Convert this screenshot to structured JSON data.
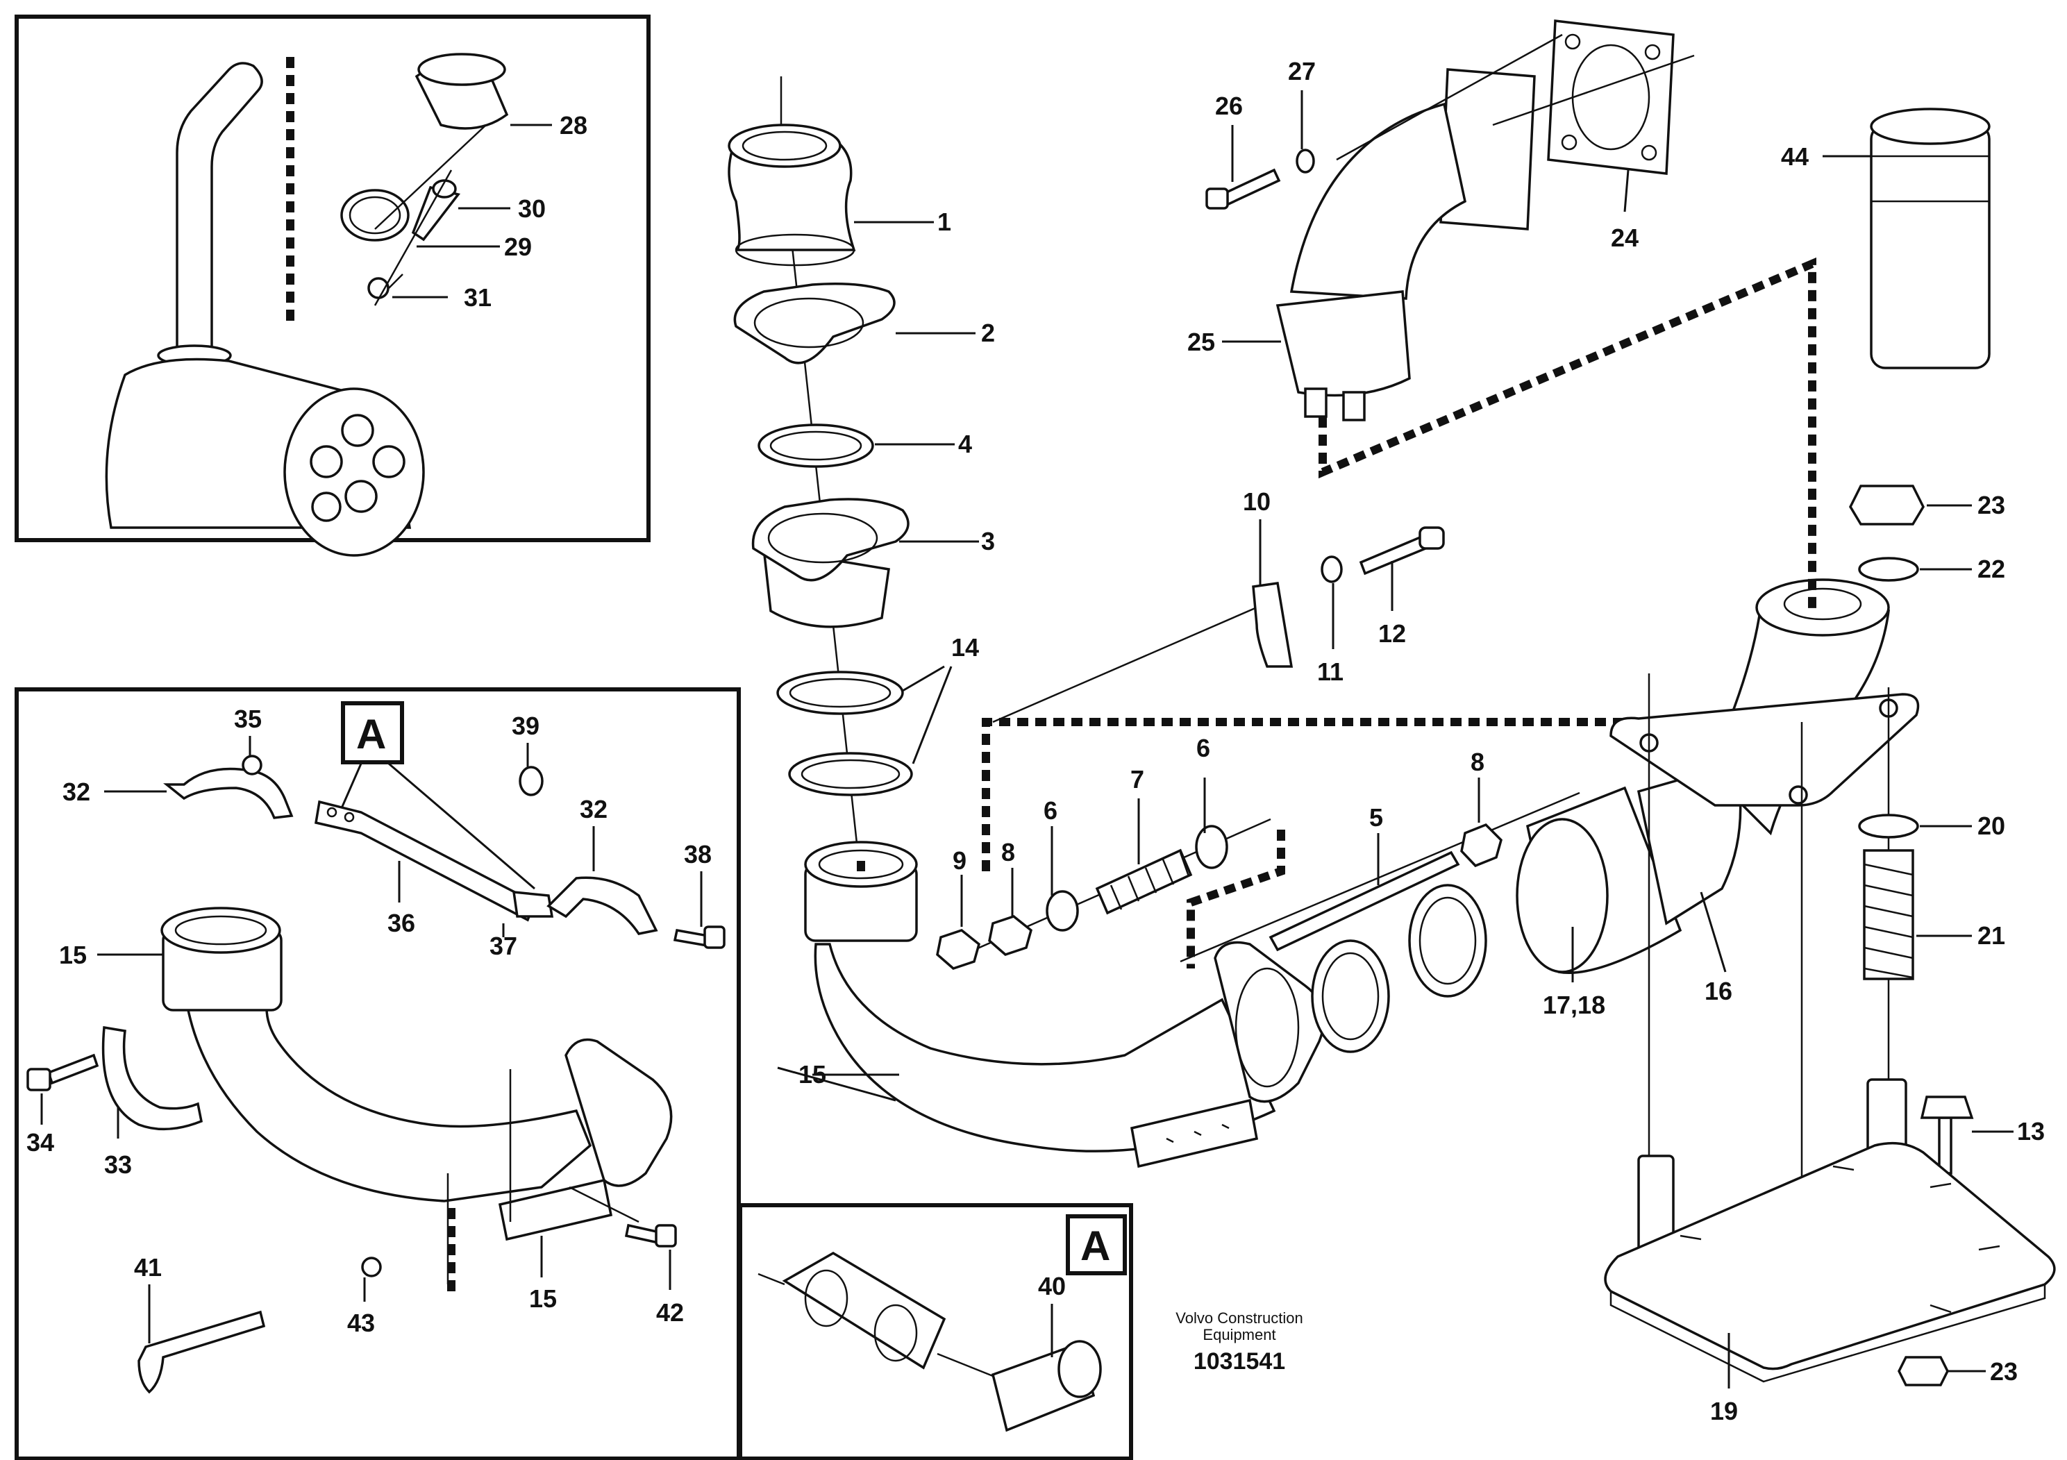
{
  "diagram": {
    "credit_line1": "Volvo Construction",
    "credit_line2": "Equipment",
    "drawing_number": "1031541",
    "detail_marker": "A",
    "callouts": {
      "c1": "1",
      "c2": "2",
      "c3": "3",
      "c4": "4",
      "c5": "5",
      "c6a": "6",
      "c6b": "6",
      "c7": "7",
      "c8a": "8",
      "c8b": "8",
      "c9": "9",
      "c10": "10",
      "c11": "11",
      "c12": "12",
      "c13": "13",
      "c14": "14",
      "c15a": "15",
      "c15b": "15",
      "c15c": "15",
      "c16": "16",
      "c17_18": "17,18",
      "c19": "19",
      "c20": "20",
      "c21": "21",
      "c22": "22",
      "c23a": "23",
      "c23b": "23",
      "c24": "24",
      "c25": "25",
      "c26": "26",
      "c27": "27",
      "c28": "28",
      "c29": "29",
      "c30": "30",
      "c31": "31",
      "c32a": "32",
      "c32b": "32",
      "c33": "33",
      "c34": "34",
      "c35": "35",
      "c36": "36",
      "c37": "37",
      "c38": "38",
      "c39": "39",
      "c40": "40",
      "c41": "41",
      "c42": "42",
      "c43": "43",
      "c44": "44"
    }
  }
}
